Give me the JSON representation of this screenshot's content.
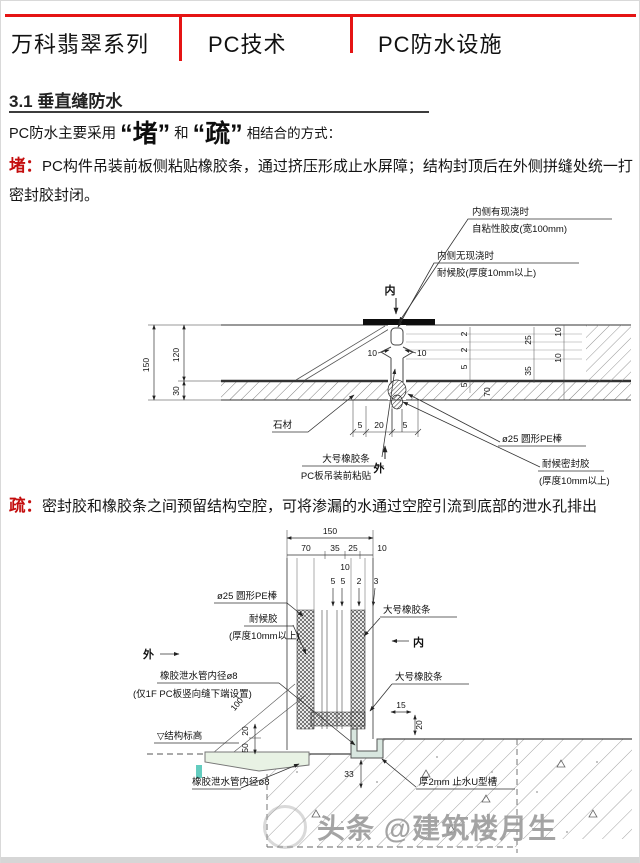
{
  "header": {
    "titles": [
      "万科翡翠系列",
      "PC技术",
      "PC防水设施"
    ]
  },
  "section": {
    "number_title": "3.1 垂直缝防水",
    "intro_prefix": "PC防水主要采用",
    "intro_q1": "“堵”",
    "intro_mid": "和",
    "intro_q2": "“疏”",
    "intro_suffix": "相结合的方式："
  },
  "block_du": {
    "label": "堵：",
    "text": "PC构件吊装前板侧粘贴橡胶条，通过挤压形成止水屏障；结构封顶后在外侧拼缝处统一打密封胶封闭。"
  },
  "block_shu": {
    "label": "疏：",
    "text": "密封胶和橡胶条之间预留结构空腔，可将渗漏的水通过空腔引流到底部的泄水孔排出"
  },
  "diagram1": {
    "labels": {
      "cast_line1": "内侧有现浇时",
      "cast_line2": "自粘性胶皮(宽100mm)",
      "nocast_line1": "内侧无现浇时",
      "nocast_line2": "耐候胶(厚度10mm以上)",
      "dir_in": "内",
      "dir_out": "外",
      "stone": "石材",
      "rubber_line1": "大号橡胶条",
      "rubber_line2": "PC板吊装前粘贴",
      "pe_rod": "ø25 圆形PE棒",
      "sealant_line1": "耐候密封胶",
      "sealant_line2": "(厚度10mm以上)"
    },
    "dims": {
      "total_h": "150",
      "upper_h": "120",
      "lower_h": "30",
      "joint_left": "10",
      "joint_right": "10",
      "bottom_left": "5",
      "bottom_mid": "20",
      "bottom_right": "5",
      "r1": "2",
      "r2": "2",
      "r3": "5",
      "r4": "5",
      "r5": "25",
      "r6": "35",
      "r7": "10",
      "r8": "10",
      "r9": "70"
    }
  },
  "diagram2": {
    "labels": {
      "pe_rod": "ø25 圆形PE棒",
      "weather_line1": "耐候胶",
      "weather_line2": "(厚度10mm以上)",
      "dir_out": "外",
      "drain_line1": "橡胶泄水管内径ø8",
      "drain_line2": "(仅1F PC板竖向缝下端设置)",
      "level": "▽结构标高",
      "rubber_top": "大号橡胶条",
      "dir_in": "内",
      "rubber_bottom": "大号橡胶条",
      "drain_bottom": "橡胶泄水管内径ø8",
      "channel": "厚2mm 止水U型槽"
    },
    "dims": {
      "total_w": "150",
      "w1": "70",
      "w2": "35",
      "w3": "25",
      "w4": "10",
      "mid": "10",
      "s1": "5",
      "s2": "5",
      "s3": "2",
      "s4": "3",
      "depth": "100",
      "d15": "15",
      "d20a": "20",
      "d20b": "20",
      "d50": "50",
      "d33": "33"
    }
  },
  "watermark": {
    "source": "头条",
    "handle": "@建筑楼月生"
  },
  "colors": {
    "accent_red": "#e51414",
    "label_red": "#c40d0d"
  }
}
